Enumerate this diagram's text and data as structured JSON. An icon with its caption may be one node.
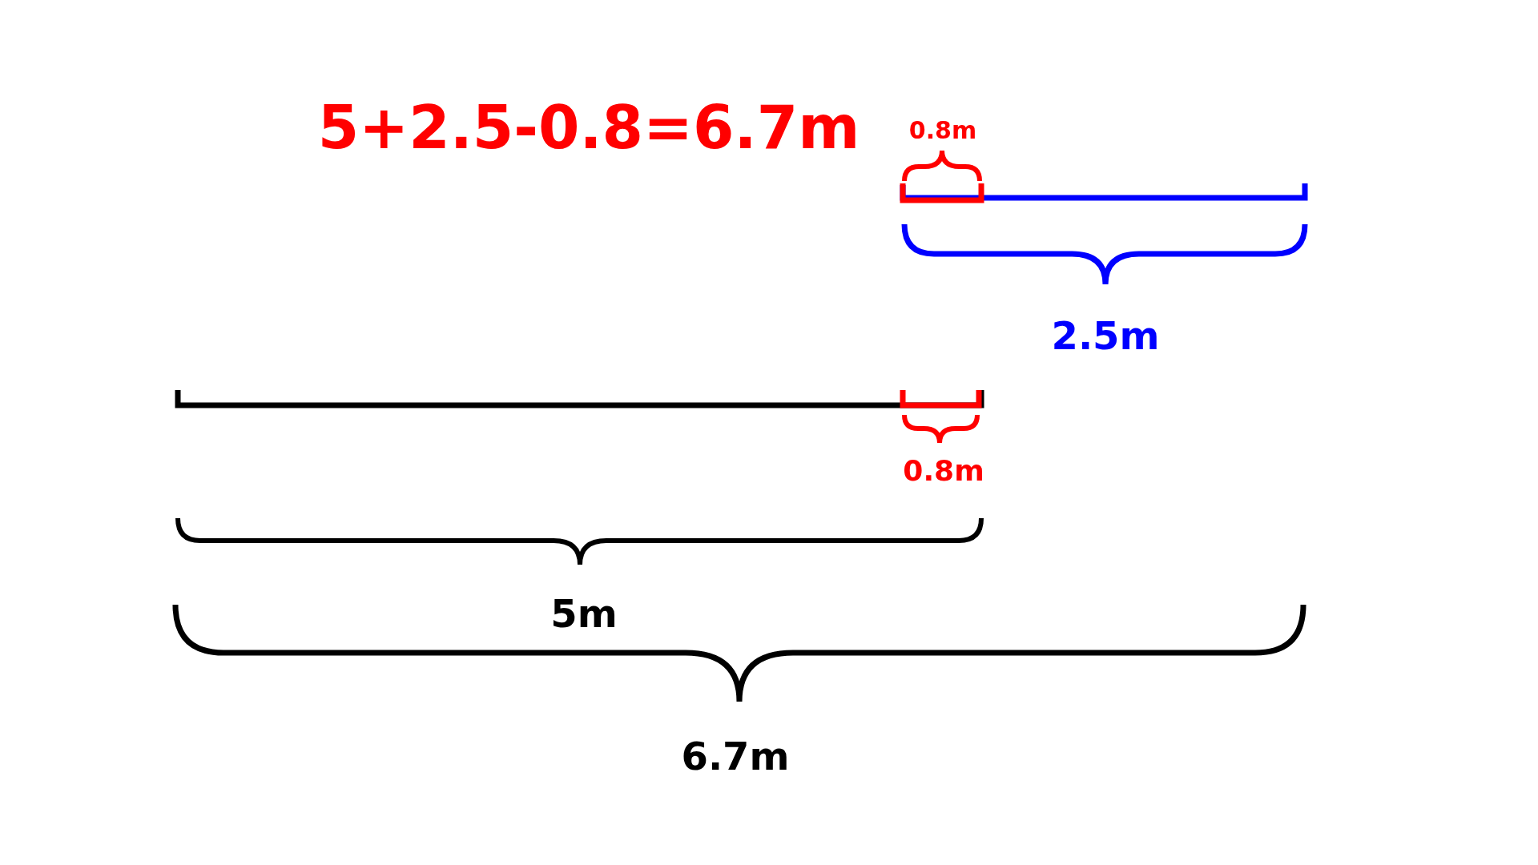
{
  "diagram": {
    "title": "5+2.5-0.8=6.7m",
    "labels": [
      "0.8m",
      "2.5m",
      "0.8m",
      "5m",
      "6.7m"
    ]
  }
}
